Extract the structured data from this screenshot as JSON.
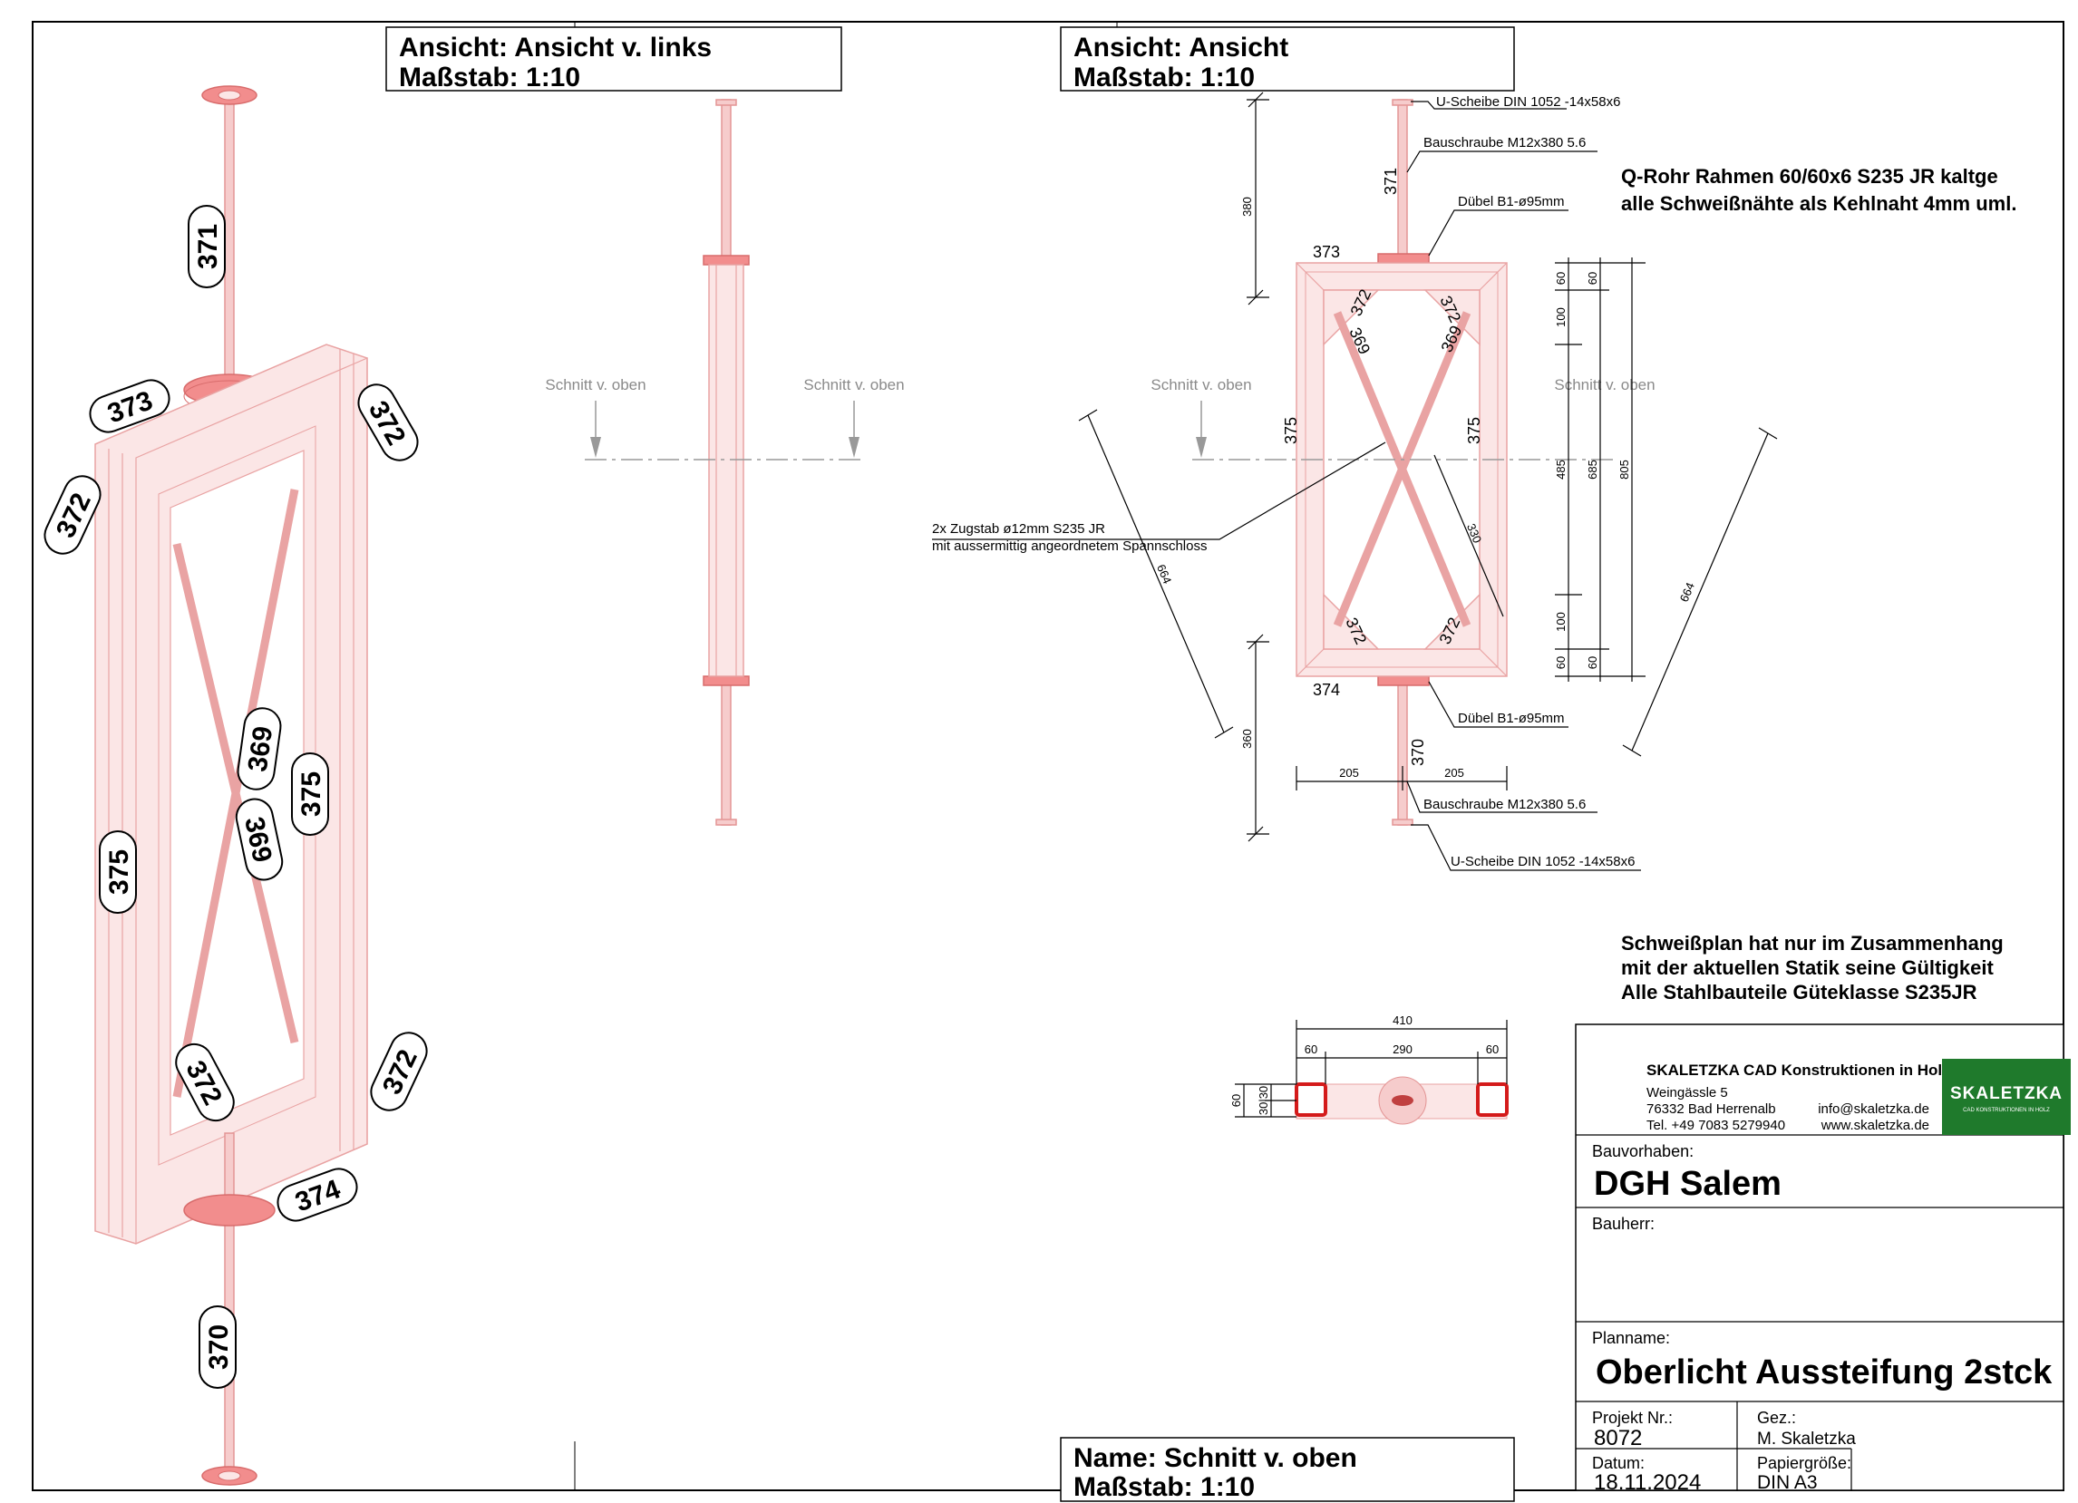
{
  "views": {
    "left_title_line1": "Ansicht:  Ansicht v. links",
    "left_title_line2": "Maßstab: 1:10",
    "front_title_line1": "Ansicht:  Ansicht",
    "front_title_line2": "Maßstab: 1:10",
    "section_title_line1": "Name:     Schnitt v. oben",
    "section_title_line2": "Maßstab: 1:10",
    "section_marker": "Schnitt v. oben"
  },
  "iso_part_numbers": [
    "371",
    "373",
    "372",
    "372",
    "369",
    "375",
    "369",
    "375",
    "372",
    "372",
    "374",
    "370"
  ],
  "front_view": {
    "part_numbers": {
      "p371": "371",
      "p373": "373",
      "p372a": "372",
      "p372b": "372",
      "p369a": "369",
      "p369b": "369",
      "p375a": "375",
      "p375b": "375",
      "p372c": "372",
      "p372d": "372",
      "p374": "374",
      "p370": "370"
    },
    "callouts": {
      "washer_top": "U-Scheibe DIN 1052 -14x58x6",
      "bolt_top": "Bauschraube M12x380 5.6",
      "dowel_top": "Dübel B1-ø95mm",
      "dowel_bottom": "Dübel B1-ø95mm",
      "bolt_bottom": "Bauschraube M12x380 5.6",
      "washer_bottom": "U-Scheibe DIN 1052 -14x58x6",
      "tie_rod_line1": "2x Zugstab ø12mm S235 JR",
      "tie_rod_line2": "mit aussermittig angeordnetem Spannschloss"
    },
    "dimensions": {
      "d380": "380",
      "d360": "360",
      "d205a": "205",
      "d205b": "205",
      "d664a": "664",
      "d664b": "664",
      "d330": "330",
      "d60a": "60",
      "d60b": "60",
      "d100a": "100",
      "d485": "485",
      "d685": "685",
      "d805": "805",
      "d100b": "100",
      "d60c": "60",
      "d60d": "60"
    }
  },
  "section_view": {
    "d410": "410",
    "d60l": "60",
    "d290": "290",
    "d60r": "60",
    "d60v": "60",
    "d3030": "30|30"
  },
  "notes": {
    "frame_line1": "Q-Rohr Rahmen 60/60x6 S235 JR kaltge",
    "frame_line2": "alle Schweißnähte als Kehlnaht 4mm uml.",
    "weld_line1": "Schweißplan hat nur im Zusammenhang",
    "weld_line2": "mit der aktuellen Statik seine Gültigkeit",
    "weld_line3": "Alle Stahlbauteile Güteklasse S235JR"
  },
  "title_block": {
    "company": "SKALETZKA CAD Konstruktionen in Holz",
    "street": "Weingässle 5",
    "city": "76332 Bad Herrenalb",
    "phone": "Tel. +49 7083 5279940",
    "email": "info@skaletzka.de",
    "web": "www.skaletzka.de",
    "logo_text": "SKALETZKA",
    "logo_sub": "CAD KONSTRUKTIONEN IN HOLZ",
    "logo_color": "#1f7a2c",
    "bauvorhaben_label": "Bauvorhaben:",
    "bauvorhaben": "DGH Salem",
    "bauherr_label": "Bauherr:",
    "planname_label": "Planname:",
    "planname": "Oberlicht Aussteifung 2stck",
    "projekt_label": "Projekt Nr.:",
    "projekt": "8072",
    "gez_label": "Gez.:",
    "gez": "M. Skaletzka",
    "datum_label": "Datum:",
    "datum": "18.11.2024",
    "papier_label": "Papiergröße:",
    "papier": "DIN A3"
  }
}
